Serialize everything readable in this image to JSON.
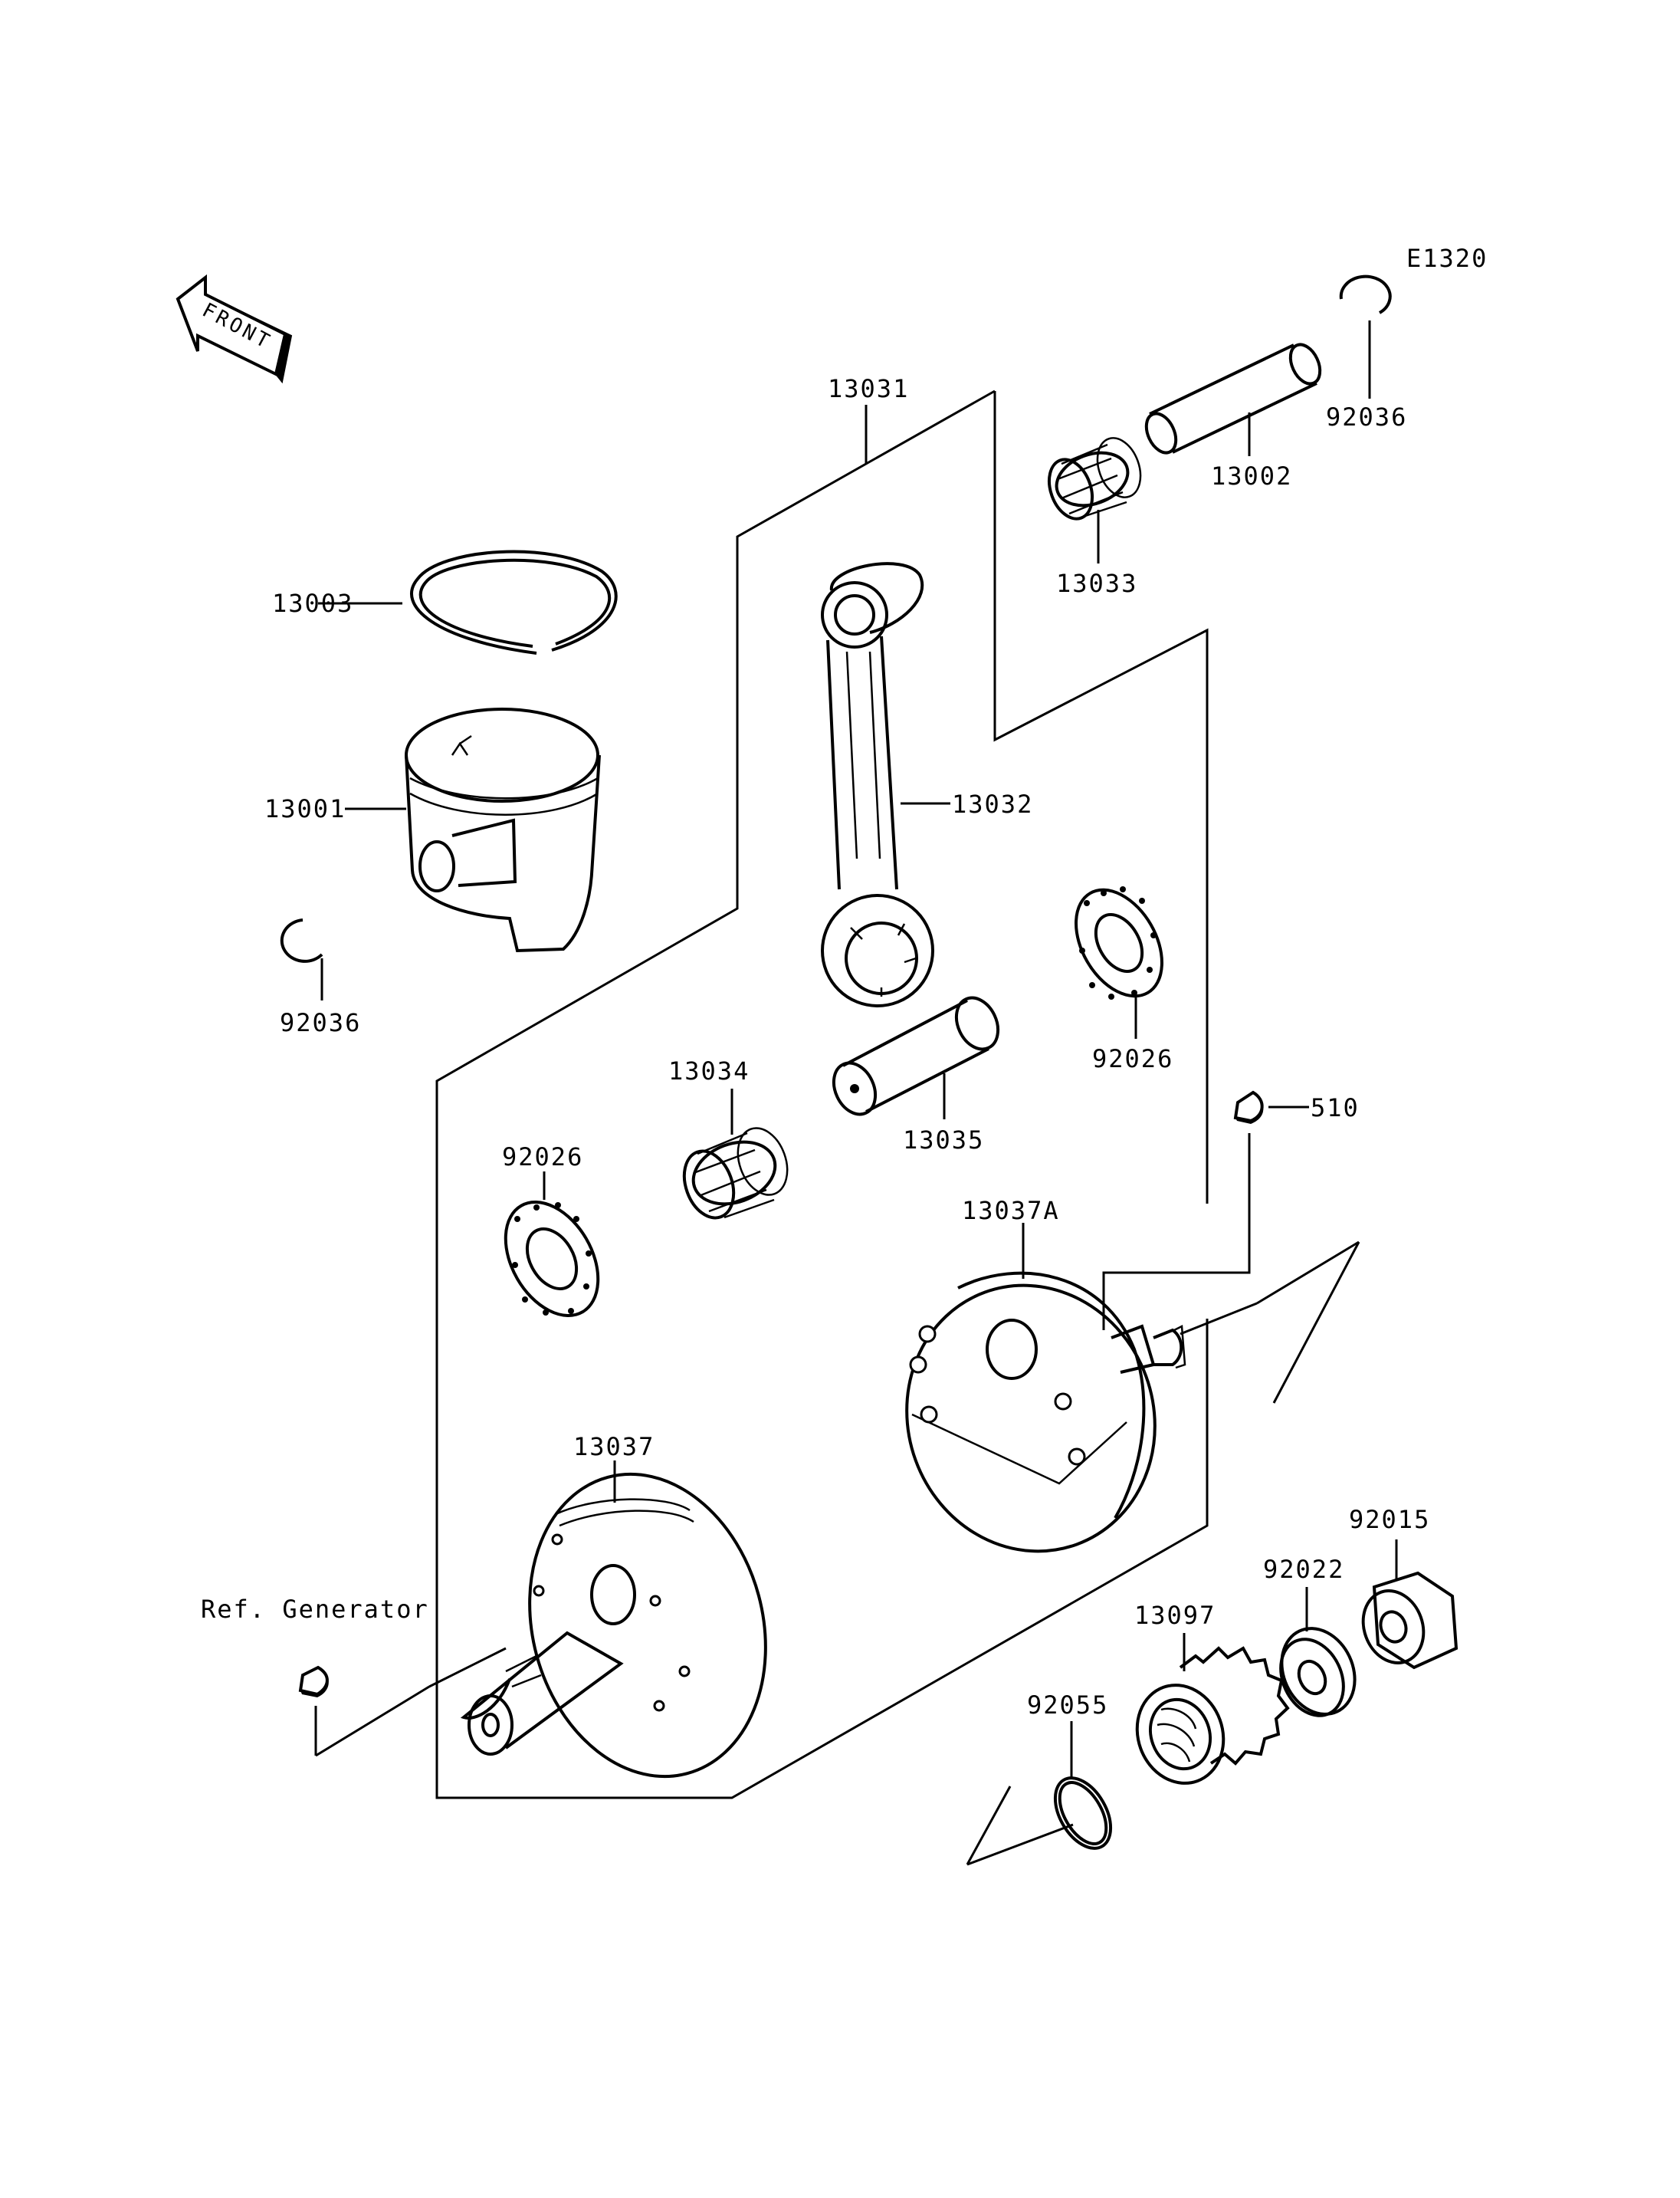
{
  "diagram_code": "E1320",
  "front_label": "FRONT",
  "labels": {
    "p13031": "13031",
    "p13002": "13002",
    "p92036_top": "92036",
    "p13033": "13033",
    "p13003": "13003",
    "p13001": "13001",
    "p13032": "13032",
    "p92036_left": "92036",
    "p92026_right": "92026",
    "p13034": "13034",
    "p13035": "13035",
    "p510": "510",
    "p92026_left": "92026",
    "p13037A": "13037A",
    "p13037": "13037",
    "ref_generator": "Ref. Generator",
    "p92015": "92015",
    "p92022": "92022",
    "p13097": "13097",
    "p92055": "92055"
  }
}
